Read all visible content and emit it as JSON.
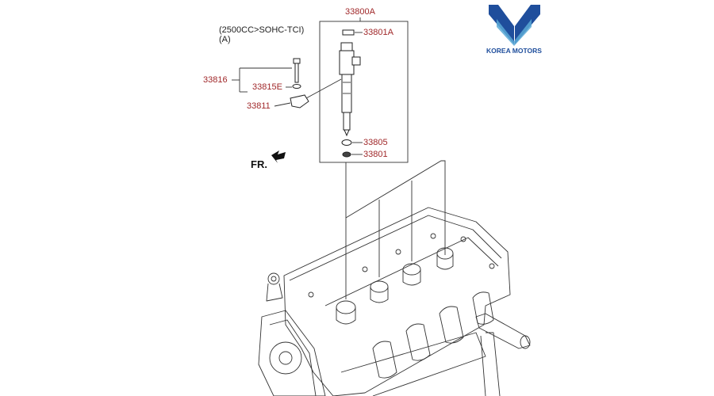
{
  "header": {
    "engine_spec": "(2500CC>SOHC-TCI)",
    "variant": "(A)"
  },
  "brand": {
    "name": "KOREA MOTORS",
    "primary_color": "#1f4e9c",
    "secondary_color": "#5aa9d6"
  },
  "direction_label": "FR.",
  "parts": {
    "assembly": "33800A",
    "clip": "33801A",
    "o_ring": "33805",
    "washer": "33801",
    "bolt_group": "33816",
    "bolt_washer": "33815E",
    "clamp": "33811"
  },
  "colors": {
    "part_label": "#a0282a",
    "line": "#333333"
  }
}
